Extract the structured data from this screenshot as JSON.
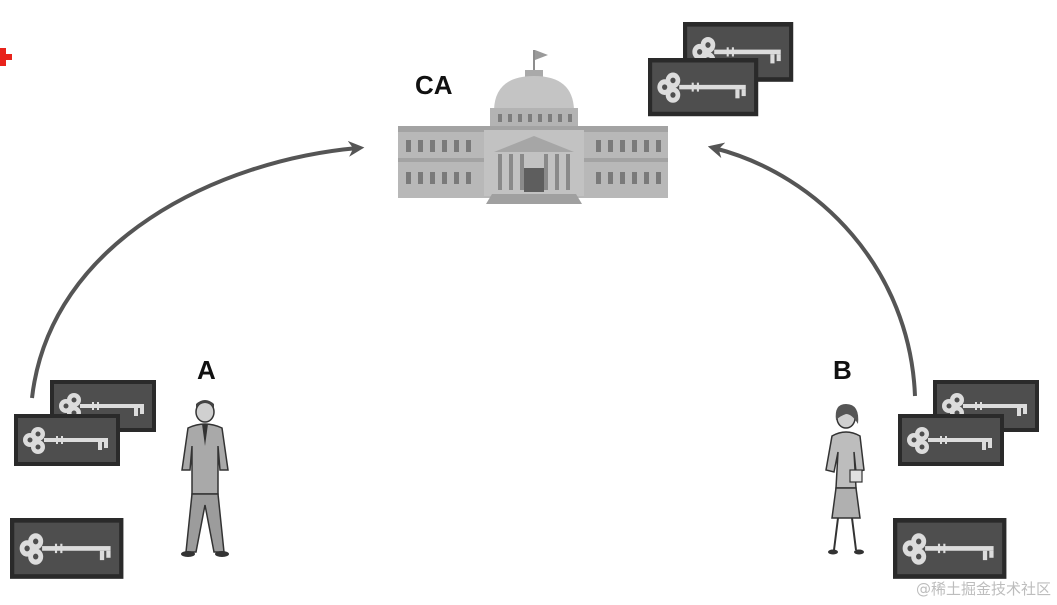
{
  "labels": {
    "ca": "CA",
    "party_a": "A",
    "party_b": "B"
  },
  "watermark": "@稀土掘金技术社区",
  "icons": {
    "authority": "government-building-icon",
    "person_a": "businessman-icon",
    "person_b": "businesswoman-icon",
    "key_card": "key-card-icon",
    "arrow": "curved-arrow-icon",
    "marker": "red-cross-mark"
  },
  "colors": {
    "arrow": "#555555",
    "card_dark": "#2a2a2a",
    "card_mid": "#4e4e4e",
    "building": "#b3b3b3",
    "marker": "#e8231b"
  }
}
